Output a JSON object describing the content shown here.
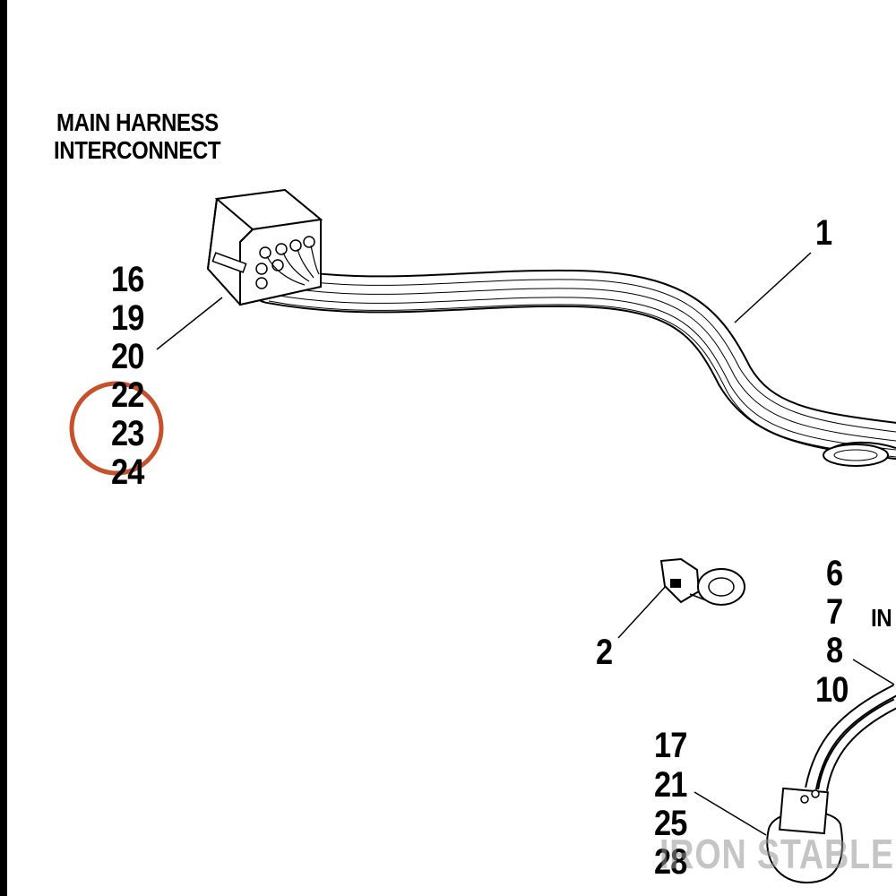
{
  "header": {
    "title_line1": "MAIN HARNESS",
    "title_line2": "INTERCONNECT"
  },
  "callouts": {
    "item1": "1",
    "item2": "2",
    "group_left": [
      "16",
      "19",
      "20",
      "22",
      "23",
      "24"
    ],
    "group_right_upper": [
      "6",
      "7",
      "8",
      "10"
    ],
    "group_right_lower": [
      "17",
      "21",
      "25",
      "28"
    ],
    "partial_label": "IN"
  },
  "highlight": {
    "circled_item": "23",
    "color": "#c8502a"
  },
  "watermark": {
    "text": "IRON STABLE"
  }
}
